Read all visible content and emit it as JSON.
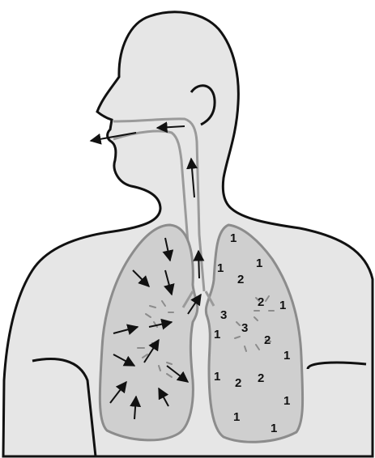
{
  "colors": {
    "body_fill": "#e6e6e6",
    "body_stroke": "#111111",
    "lung_fill": "#cfcfcf",
    "lung_stroke": "#8c8c8c",
    "airway_stroke": "#9a9a9a",
    "arrow": "#111111",
    "dash": "#8c8c8c"
  },
  "icons": {
    "arrow": "arrow-icon",
    "particle_burst": "particle-burst-icon"
  },
  "labels": {
    "n1a": "1",
    "n1b": "1",
    "n1c": "1",
    "n1d": "1",
    "n1e": "1",
    "n1f": "1",
    "n1g": "1",
    "n1h": "1",
    "n1i": "1",
    "n1j": "1",
    "n2a": "2",
    "n2b": "2",
    "n2c": "2",
    "n2d": "2",
    "n2e": "2",
    "n3a": "3",
    "n3b": "3"
  }
}
